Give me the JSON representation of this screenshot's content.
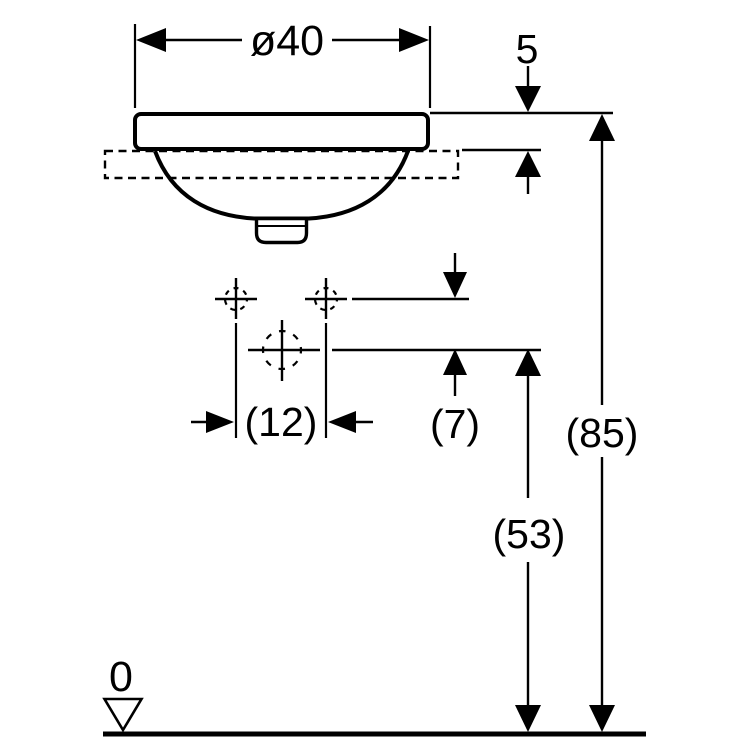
{
  "drawing": {
    "dimensions": {
      "diameter_top": "ø40",
      "rim_above_counter": "5",
      "tap_hole_spacing": "(12)",
      "tap_to_axis": "(7)",
      "axis_height": "(53)",
      "overall_height": "(85)",
      "floor_level": "0"
    },
    "colors": {
      "line": "#000000",
      "background": "#ffffff"
    }
  }
}
